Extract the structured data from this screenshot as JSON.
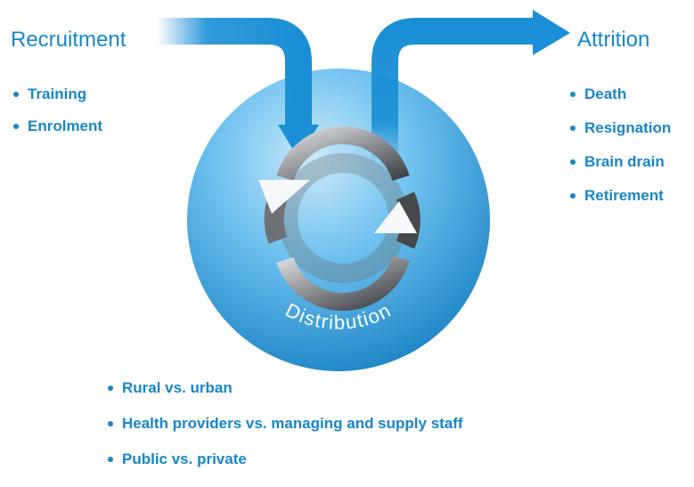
{
  "recruitment": {
    "title": "Recruitment",
    "items": [
      "Training",
      "Enrolment"
    ]
  },
  "attrition": {
    "title": "Attrition",
    "items": [
      "Death",
      "Resignation",
      "Brain drain",
      "Retirement"
    ]
  },
  "distribution": {
    "label": "Distribution",
    "items": [
      "Rural vs. urban",
      "Health providers vs. managing and supply staff",
      "Public vs. private"
    ]
  },
  "colors": {
    "text_blue": "#1786c9",
    "arrow_blue": "#1a8fd6",
    "sphere_light": "#c4e5f8",
    "sphere_dark": "#1c86c6"
  }
}
